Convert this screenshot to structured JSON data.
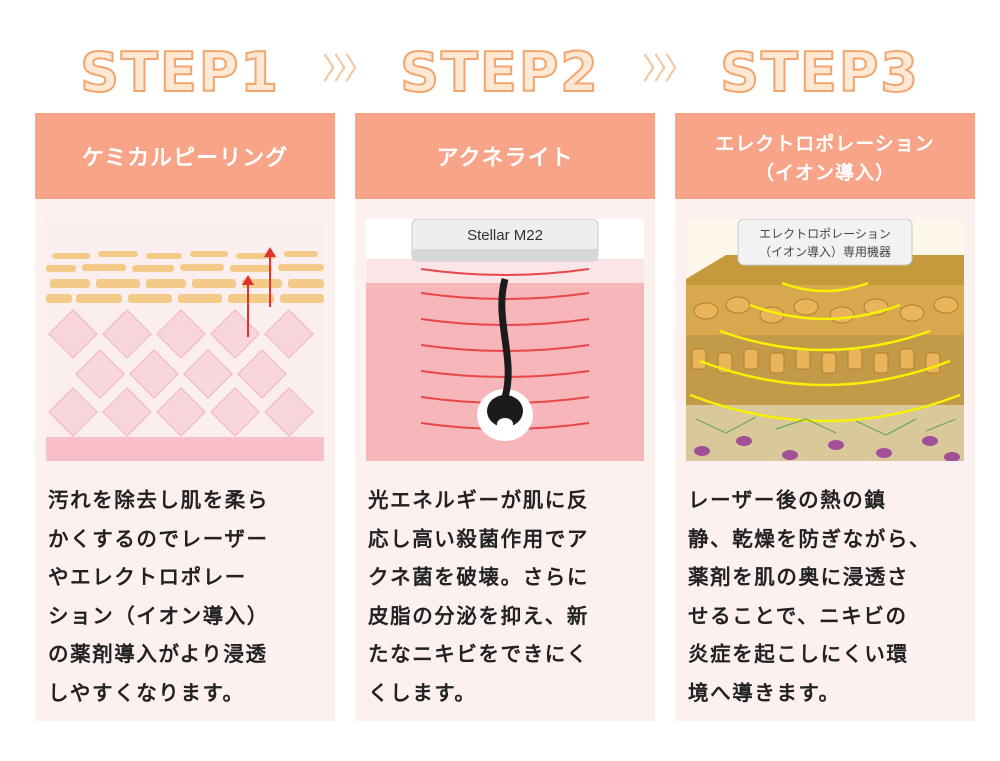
{
  "steps": [
    {
      "step_label": "STEP1",
      "title_line1": "ケミカルピーリング",
      "title_line2": "",
      "description_lines": [
        "汚れを除去し肌を柔ら",
        "かくするのでレーザー",
        "やエレクトロポレー",
        "ション（イオン導入）",
        "の薬剤導入がより浸透",
        "しやすくなります。"
      ]
    },
    {
      "step_label": "STEP2",
      "title_line1": "アクネライト",
      "title_line2": "",
      "device_label": "Stellar M22",
      "description_lines": [
        "光エネルギーが肌に反",
        "応し高い殺菌作用でア",
        "クネ菌を破壊。さらに",
        "皮脂の分泌を抑え、新",
        "たなニキビをできにく",
        "くします。"
      ]
    },
    {
      "step_label": "STEP3",
      "title_line1": "エレクトロポレーション",
      "title_line2": "（イオン導入）",
      "device_label_line1": "エレクトロポレーション",
      "device_label_line2": "（イオン導入）専用機器",
      "description_lines": [
        "レーザー後の熱の鎮",
        "静、乾燥を防ぎながら、",
        "薬剤を肌の奥に浸透さ",
        "せることで、ニキビの",
        "炎症を起こしにくい環",
        "境へ導きます。"
      ]
    }
  ],
  "separator_glyph": "〉〉〉",
  "colors": {
    "header_bg": "#f8a488",
    "card_bg": "#fdf1f0",
    "step_text_stroke": "#f3a56f",
    "step_text_fill": "#ffe9d4",
    "arrow_red": "#e0322e",
    "ring_red": "#e8484a"
  }
}
